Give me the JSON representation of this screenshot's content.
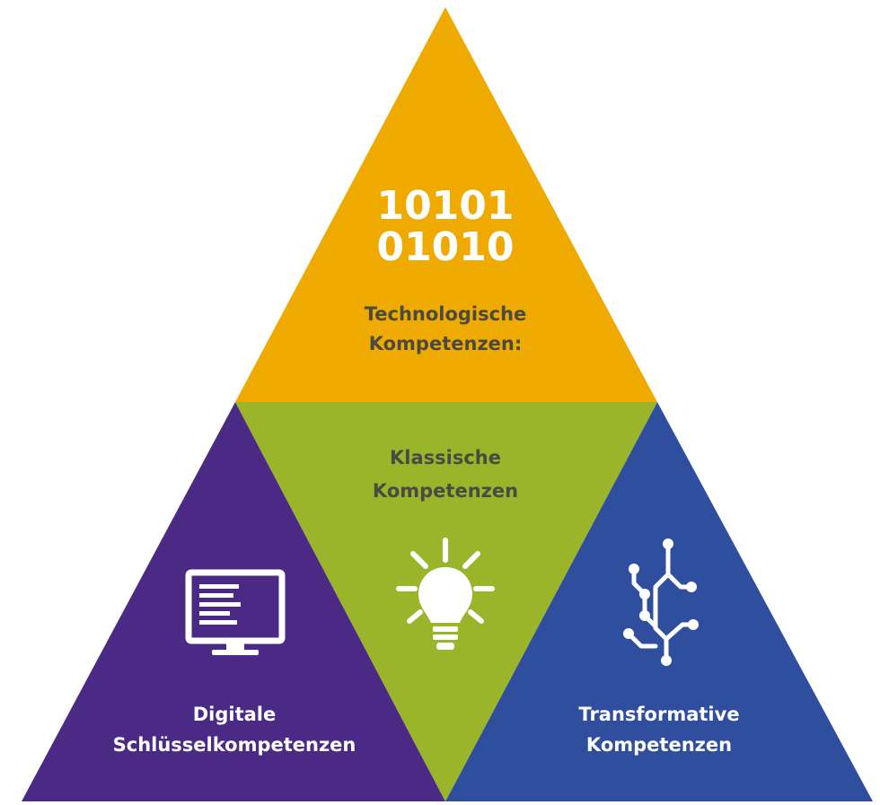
{
  "colors": {
    "top": "#EFAA00",
    "center": "#9BB52A",
    "left": "#4A2A85",
    "right": "#2F4E9D",
    "dark_text": "#4a4a42",
    "light_text": "#ffffff"
  },
  "segments": {
    "top": {
      "binary_line_1": "10101",
      "binary_line_2": "01010",
      "title_line_1": "Technologische",
      "title_line_2": "Kompetenzen:",
      "icon": "binary-code-icon"
    },
    "center": {
      "title_line_1": "Klassische",
      "title_line_2": "Kompetenzen",
      "icon": "lightbulb-icon"
    },
    "left": {
      "title_line_1": "Digitale",
      "title_line_2": "Schlüsselkompetenzen",
      "icon": "monitor-icon"
    },
    "right": {
      "title_line_1": "Transformative",
      "title_line_2": "Kompetenzen",
      "icon": "circuit-icon"
    }
  }
}
